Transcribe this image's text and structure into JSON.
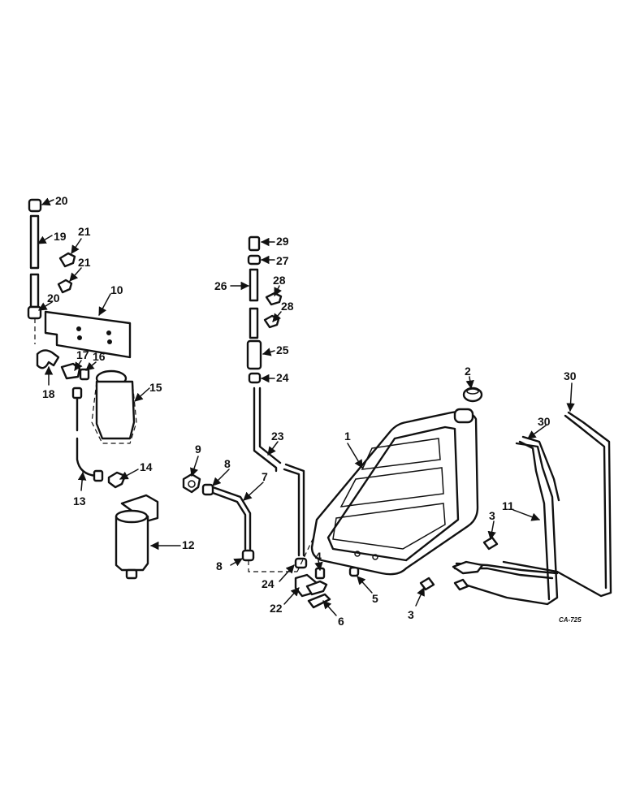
{
  "callouts": {
    "c1": "1",
    "c2": "2",
    "c3a": "3",
    "c3b": "3",
    "c4": "4",
    "c5": "5",
    "c6": "6",
    "c7": "7",
    "c8a": "8",
    "c8b": "8",
    "c9": "9",
    "c10": "10",
    "c11": "11",
    "c12": "12",
    "c13": "13",
    "c14": "14",
    "c15": "15",
    "c16": "16",
    "c17": "17",
    "c18": "18",
    "c19": "19",
    "c20a": "20",
    "c20b": "20",
    "c21a": "21",
    "c21b": "21",
    "c22": "22",
    "c23": "23",
    "c24a": "24",
    "c24b": "24",
    "c25": "25",
    "c26": "26",
    "c27": "27",
    "c28a": "28",
    "c28b": "28",
    "c29": "29",
    "c30a": "30",
    "c30b": "30"
  },
  "drawing_code": "CA-725"
}
